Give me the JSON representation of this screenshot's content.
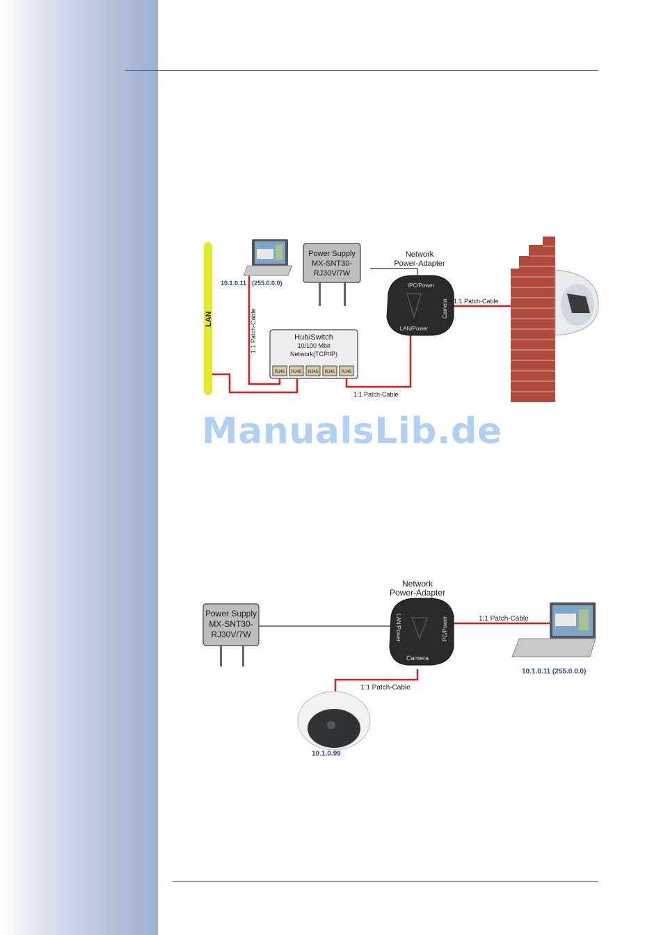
{
  "watermark": "ManualsLib.de",
  "diagram1": {
    "lan": "LAN",
    "ip_laptop": "10.1.0.11",
    "ip_mask": "(255.0.0.0)",
    "patch_vertical": "1:1 Patch-Cable",
    "power_supply": [
      "Power Supply",
      "MX-SNT30-",
      "RJ30V/7W"
    ],
    "network_adapter": [
      "Network",
      "Power-Adapter"
    ],
    "adapter_ports": {
      "top": "IPC/Power",
      "side": "Camera",
      "bottom": "LAN/Power"
    },
    "patch_right": "1:1 Patch-Cable",
    "hub": [
      "Hub/Switch",
      "10/100 Mbit",
      "Network(TCP/IP)"
    ],
    "rj45": [
      "RJ45",
      "RJ45",
      "RJ45",
      "RJ45",
      "RJ45"
    ],
    "patch_bottom": "1:1 Patch-Cable"
  },
  "diagram2": {
    "power_supply": [
      "Power Supply",
      "MX-SNT30-",
      "RJ30V/7W"
    ],
    "network_adapter": [
      "Network",
      "Power-Adapter"
    ],
    "adapter_ports": {
      "left": "LAN/Power",
      "right": "PC/Power",
      "bottom": "Camera"
    },
    "patch_right": "1:1 Patch-Cable",
    "patch_camera": "1:1 Patch-Cable",
    "ip_laptop": "10.1.0.11 (255.0.0.0)",
    "ip_camera": "10.1.0.99"
  }
}
